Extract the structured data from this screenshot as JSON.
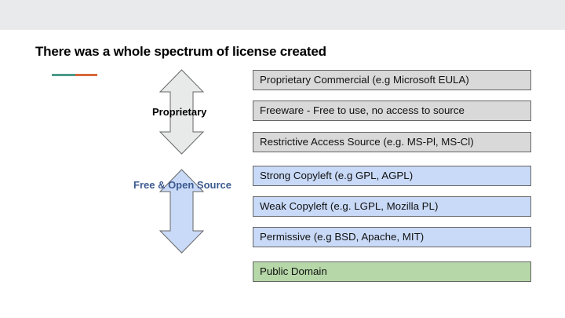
{
  "slide": {
    "title": "There was a whole spectrum of license created",
    "accent_colors": [
      "#4e9a8a",
      "#d9693c"
    ]
  },
  "groups": [
    {
      "label": "Proprietary",
      "label_color": "#000000",
      "arrow_fill": "#e8eaea"
    },
    {
      "label": "Free & Open Source",
      "label_color": "#3c5a8f",
      "arrow_fill": "#c9daf8"
    }
  ],
  "licenses": [
    {
      "label": "Proprietary Commercial (e.g Microsoft EULA)",
      "category": "proprietary",
      "color": "#d9d9d9"
    },
    {
      "label": "Freeware - Free to use, no access to source",
      "category": "proprietary",
      "color": "#d9d9d9"
    },
    {
      "label": "Restrictive Access Source (e.g. MS-Pl, MS-Cl)",
      "category": "proprietary",
      "color": "#d9d9d9"
    },
    {
      "label": "Strong Copyleft (e.g GPL, AGPL)",
      "category": "open-source",
      "color": "#c9daf8"
    },
    {
      "label": "Weak Copyleft (e.g. LGPL, Mozilla PL)",
      "category": "open-source",
      "color": "#c9daf8"
    },
    {
      "label": "Permissive (e.g BSD, Apache, MIT)",
      "category": "open-source",
      "color": "#c9daf8"
    },
    {
      "label": "Public Domain",
      "category": "public-domain",
      "color": "#b6d7a8"
    }
  ]
}
